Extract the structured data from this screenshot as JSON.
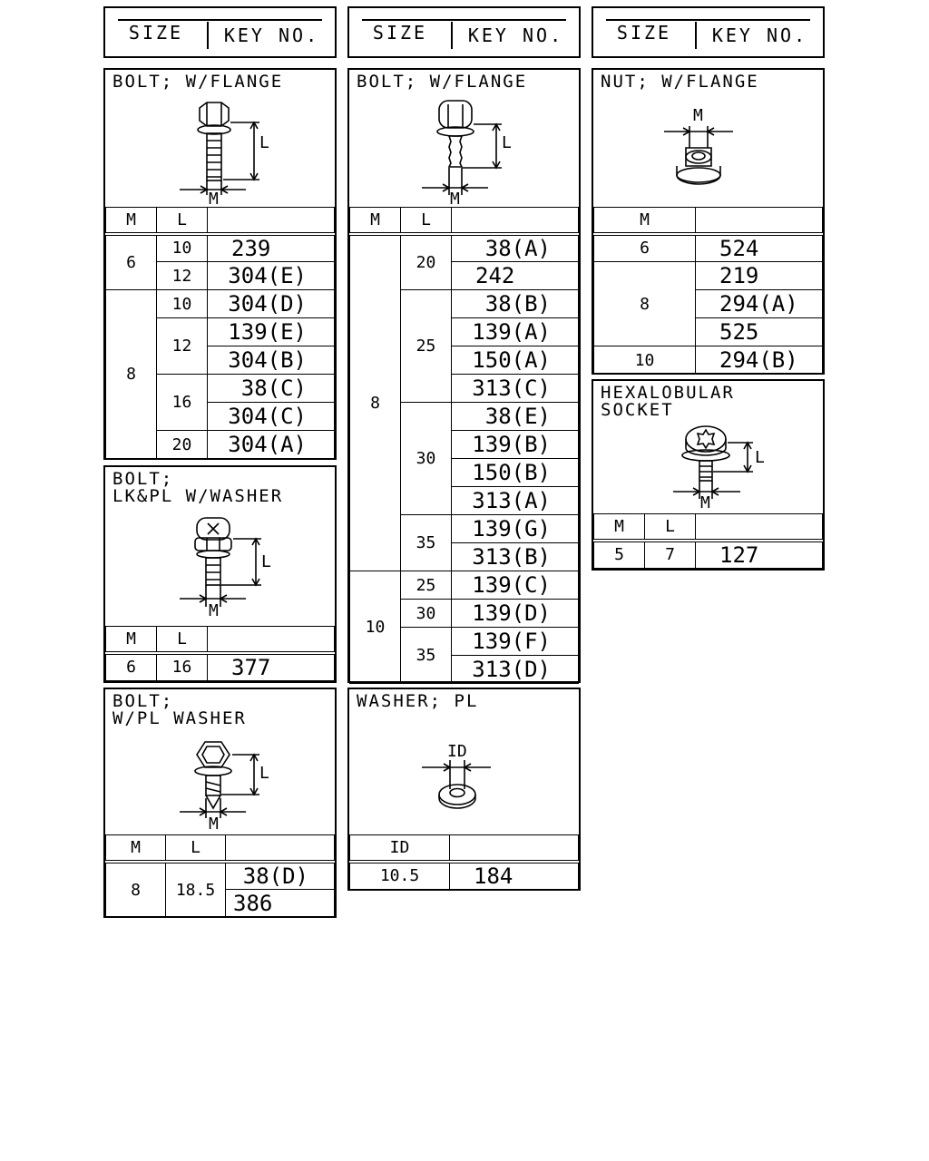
{
  "header": {
    "size_label": "SIZE",
    "key_label": "KEY NO."
  },
  "panels": {
    "bolt_flange_1": {
      "title": "BOLT; W/FLANGE",
      "dim_l": "L",
      "dim_m": "M",
      "cols": [
        "M",
        "L",
        ""
      ],
      "rows": [
        {
          "m": "6",
          "l": "10",
          "key": "239"
        },
        {
          "l": "12",
          "key": "304(E)"
        },
        {
          "m": "8",
          "l": "10",
          "key": "304(D)"
        },
        {
          "l": "12",
          "key": "139(E)"
        },
        {
          "key": "304(B)"
        },
        {
          "l": "16",
          "key": "38(C)"
        },
        {
          "key": "304(C)"
        },
        {
          "l": "20",
          "key": "304(A)"
        }
      ]
    },
    "bolt_flange_2": {
      "title": "BOLT; W/FLANGE",
      "dim_l": "L",
      "dim_m": "M",
      "cols": [
        "M",
        "L",
        ""
      ],
      "rows": [
        {
          "m": "8",
          "l": "20",
          "key": "38(A)"
        },
        {
          "key": "242"
        },
        {
          "l": "25",
          "key": "38(B)"
        },
        {
          "key": "139(A)"
        },
        {
          "key": "150(A)"
        },
        {
          "key": "313(C)"
        },
        {
          "l": "30",
          "key": "38(E)"
        },
        {
          "key": "139(B)"
        },
        {
          "key": "150(B)"
        },
        {
          "key": "313(A)"
        },
        {
          "l": "35",
          "key": "139(G)"
        },
        {
          "key": "313(B)"
        },
        {
          "m": "10",
          "l": "25",
          "key": "139(C)"
        },
        {
          "l": "30",
          "key": "139(D)"
        },
        {
          "l": "35",
          "key": "139(F)"
        },
        {
          "key": "313(D)"
        }
      ]
    },
    "nut_flange": {
      "title": "NUT; W/FLANGE",
      "dim_m": "M",
      "cols": [
        "M",
        ""
      ],
      "rows": [
        {
          "m": "6",
          "key": "524"
        },
        {
          "m": "8",
          "key": "219"
        },
        {
          "key": "294(A)"
        },
        {
          "key": "525"
        },
        {
          "m": "10",
          "key": "294(B)"
        }
      ]
    },
    "hexalobular": {
      "title": "HEXALOBULAR\nSOCKET",
      "dim_l": "L",
      "dim_m": "M",
      "cols": [
        "M",
        "L",
        ""
      ],
      "rows": [
        {
          "m": "5",
          "l": "7",
          "key": "127"
        }
      ]
    },
    "bolt_lkpl": {
      "title": "BOLT;\nLK&PL W/WASHER",
      "dim_l": "L",
      "dim_m": "M",
      "cols": [
        "M",
        "L",
        ""
      ],
      "rows": [
        {
          "m": "6",
          "l": "16",
          "key": "377"
        }
      ]
    },
    "bolt_plwasher": {
      "title": "BOLT;\nW/PL WASHER",
      "dim_l": "L",
      "dim_m": "M",
      "cols": [
        "M",
        "L",
        ""
      ],
      "rows": [
        {
          "m": "8",
          "l": "18.5",
          "key": "38(D)"
        },
        {
          "key": "386"
        }
      ]
    },
    "washer_pl": {
      "title": "WASHER; PL",
      "dim_id": "ID",
      "cols": [
        "ID",
        ""
      ],
      "rows": [
        {
          "id": "10.5",
          "key": "184"
        }
      ]
    }
  }
}
